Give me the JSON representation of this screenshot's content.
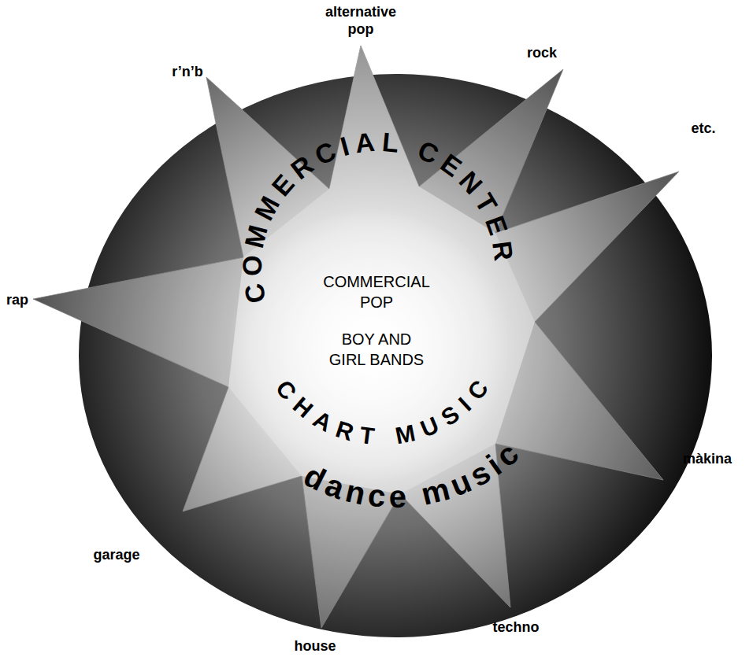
{
  "diagram": {
    "labels": [
      "alternative pop",
      "r’n’b",
      "rock",
      "etc.",
      "COMMERCIAL CENTER",
      "COMMERCIAL POP",
      "rap",
      "BOY AND GIRL BANDS",
      "CHART MUSIC",
      "màkina",
      "dance music",
      "garage",
      "techno",
      "house"
    ]
  }
}
